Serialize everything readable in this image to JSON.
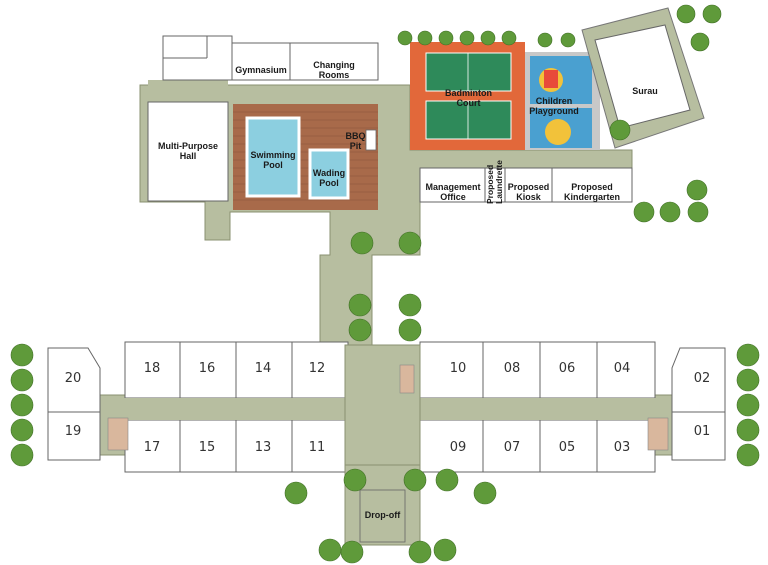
{
  "facilities": {
    "gymnasium": "Gymnasium",
    "changing_rooms": "Changing\nRooms",
    "multi_purpose_hall": "Multi-Purpose\nHall",
    "swimming_pool": "Swimming\nPool",
    "wading_pool": "Wading\nPool",
    "bbq_pit": "BBQ\nPit",
    "badminton_court": "Badminton\nCourt",
    "children_playground": "Children\nPlayground",
    "surau": "Surau",
    "management_office": "Management\nOffice",
    "proposed_laundrette": "Proposed\nLaundrette",
    "proposed_kiosk": "Proposed\nKiosk",
    "proposed_kindergarten": "Proposed\nKindergarten",
    "drop_off": "Drop-off"
  },
  "units": {
    "u20": "20",
    "u19": "19",
    "u18": "18",
    "u16": "16",
    "u14": "14",
    "u12": "12",
    "u17": "17",
    "u15": "15",
    "u13": "13",
    "u11": "11",
    "u10": "10",
    "u08": "08",
    "u06": "06",
    "u04": "04",
    "u09": "09",
    "u07": "07",
    "u05": "05",
    "u03": "03",
    "u02": "02",
    "u01": "01"
  },
  "colors": {
    "walkway": "#b7bea0",
    "deck": "#a86a4a",
    "pool": "#8ccfe0",
    "court_surround": "#e2683a",
    "court": "#2e8a5a",
    "tree": "#5f9a3a",
    "lift_lobby": "#d9b79d"
  }
}
